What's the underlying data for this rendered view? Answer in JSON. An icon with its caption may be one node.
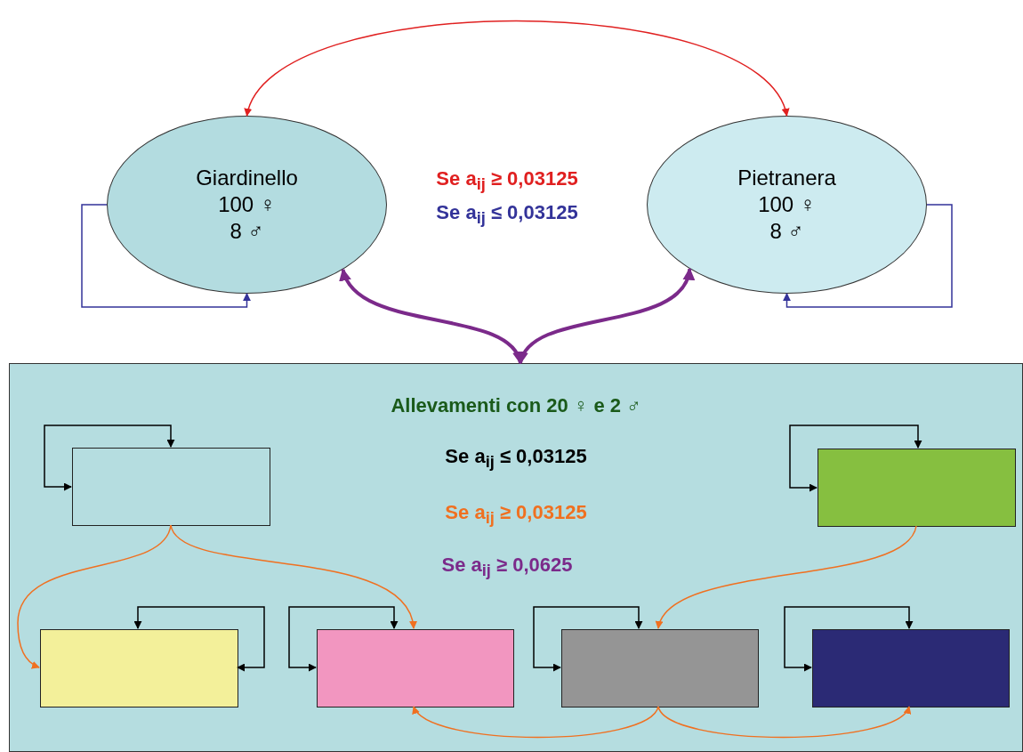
{
  "diagram": {
    "nodes": [
      {
        "text": [
          "Giardinello",
          "100 ♀",
          "8 ♂"
        ]
      },
      {
        "text": [
          "Pietranera",
          "100 ♀",
          "8 ♂"
        ]
      },
      {
        "text": [
          "Allevamenti con 20 ♀ e 2 ♂"
        ]
      },
      {
        "text": [],
        "shape": "box",
        "in": 2
      },
      {
        "text": [],
        "shape": "box",
        "in": 2
      },
      {
        "text": [],
        "shape": "box",
        "in": 2
      },
      {
        "text": [],
        "shape": "box",
        "in": 2
      },
      {
        "text": [],
        "shape": "box",
        "in": 2
      },
      {
        "text": [],
        "shape": "box",
        "in": 2
      }
    ],
    "edges": [
      {
        "from": 0,
        "to": 1,
        "arrow": "both",
        "color": "#e02020"
      },
      {
        "from": 0,
        "to": 0,
        "arrow": "to",
        "color": "#333399"
      },
      {
        "from": 1,
        "to": 1,
        "arrow": "to",
        "color": "#333399"
      },
      {
        "from": 2,
        "to": 0,
        "arrow": "both",
        "style": "thick",
        "color": "#7b2a8a"
      },
      {
        "from": 2,
        "to": 1,
        "arrow": "both",
        "style": "thick",
        "color": "#7b2a8a"
      },
      {
        "from": 3,
        "to": 3,
        "arrow": "both"
      },
      {
        "from": 4,
        "to": 4,
        "arrow": "both"
      },
      {
        "from": 5,
        "to": 5,
        "arrow": "both"
      },
      {
        "from": 6,
        "to": 6,
        "arrow": "both"
      },
      {
        "from": 7,
        "to": 7,
        "arrow": "both"
      },
      {
        "from": 8,
        "to": 8,
        "arrow": "both"
      },
      {
        "from": 3,
        "to": 5,
        "arrow": "to",
        "color": "#f07020"
      },
      {
        "from": 3,
        "to": 6,
        "arrow": "to",
        "color": "#f07020"
      },
      {
        "from": 4,
        "to": 7,
        "arrow": "to",
        "color": "#f07020"
      },
      {
        "from": 7,
        "to": 6,
        "arrow": "to",
        "color": "#f07020"
      },
      {
        "from": 7,
        "to": 8,
        "arrow": "to",
        "color": "#f07020"
      }
    ],
    "labels": [
      "Se a$_{ij}$ ≥ 0,03125",
      "Se a$_{ij}$ ≤ 0,03125",
      "Se a$_{ij}$ ≤ 0,03125",
      "Se a$_{ij}$ ≥ 0,03125",
      "Se a$_{ij}$ ≥ 0,0625"
    ]
  }
}
